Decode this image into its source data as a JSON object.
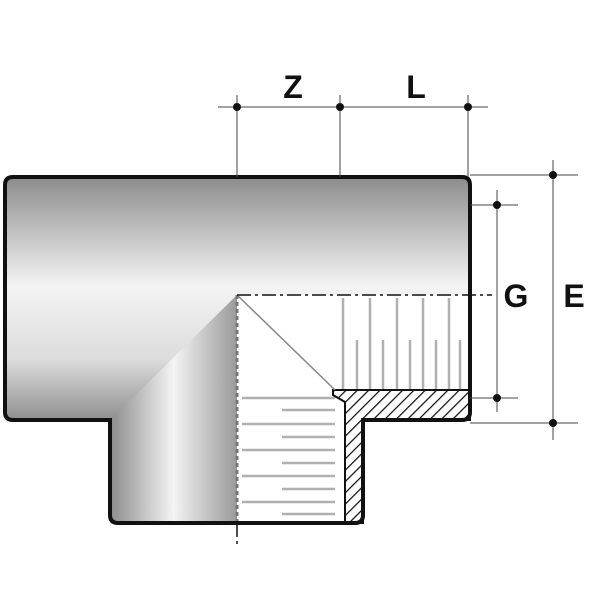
{
  "diagram": {
    "type": "threaded tee fitting dimension drawing",
    "labels": {
      "z": "Z",
      "l": "L",
      "g": "G",
      "e": "E"
    },
    "colors": {
      "outline": "#111111",
      "body_dark": "#8a8a8a",
      "body_light": "#f2f2f2",
      "thread": "#b0b0b0"
    }
  }
}
